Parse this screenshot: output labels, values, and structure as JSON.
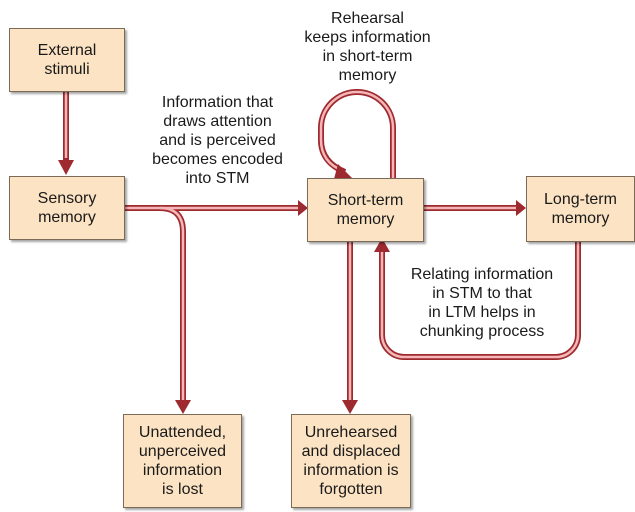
{
  "nodes": {
    "external_stimuli": "External\nstimuli",
    "sensory_memory": "Sensory\nmemory",
    "short_term_memory": "Short-term\nmemory",
    "long_term_memory": "Long-term\nmemory",
    "unattended": "Unattended,\nunperceived\ninformation\nis lost",
    "unrehearsed": "Unrehearsed\nand displaced\ninformation is\nforgotten"
  },
  "labels": {
    "rehearsal": "Rehearsal\nkeeps information\nin short-term\nmemory",
    "encoding": "Information that\ndraws attention\nand is perceived\nbecomes encoded\ninto STM",
    "chunking": "Relating information\nin STM to that\nin LTM helps in\nchunking process"
  },
  "colors": {
    "box_fill": "#fbe3c3",
    "box_border": "#7a6a58",
    "arrow_outline": "#9e2a2f",
    "arrow_fill": "#f4b6b6"
  }
}
